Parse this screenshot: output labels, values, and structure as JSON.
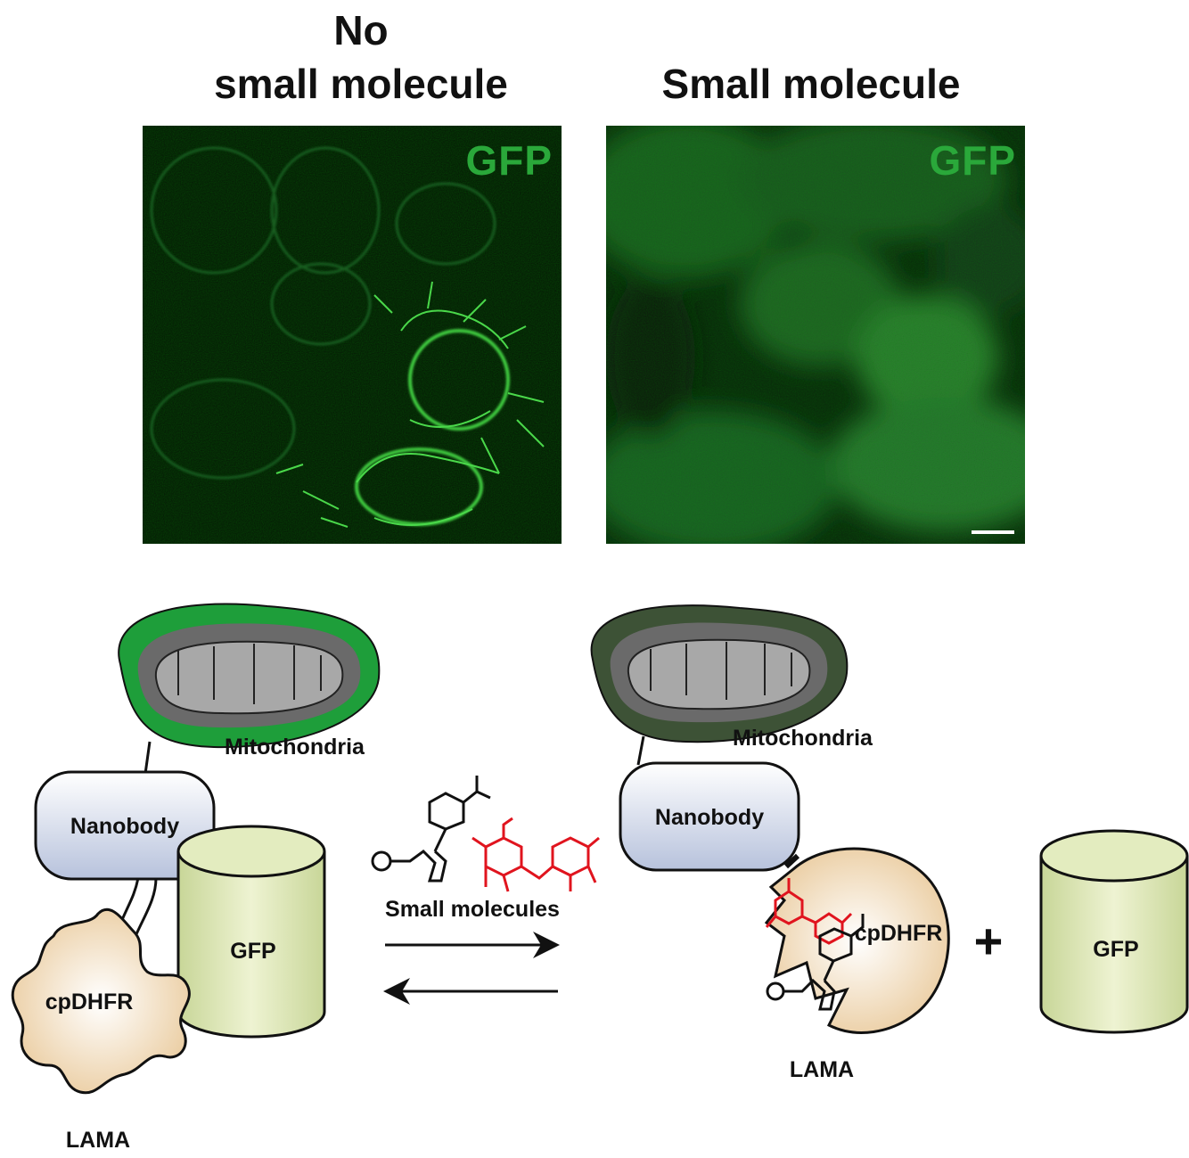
{
  "panels": {
    "left_title_line1": "No",
    "left_title_line2": "small molecule",
    "right_title": "Small molecule",
    "left_channel": "GFP",
    "right_channel": "GFP"
  },
  "diagram": {
    "left": {
      "mitochondria": "Mitochondria",
      "nanobody": "Nanobody",
      "gfp": "GFP",
      "cpdhfr": "cpDHFR",
      "lama": "LAMA"
    },
    "middle": {
      "small_molecules": "Small molecules"
    },
    "right": {
      "mitochondria": "Mitochondria",
      "nanobody": "Nanobody",
      "cpdhfr": "cpDHFR",
      "plus": "+",
      "gfp": "GFP",
      "lama": "LAMA"
    }
  },
  "colors": {
    "gfp_green": "#2aa83a",
    "mito_bright": "#1e9e3a",
    "mito_dim": "#3d5236",
    "small_molecule_red": "#e0141e",
    "nanobody_fill": "#c9d2e6",
    "gfp_barrel_fill": "#dfe8b8",
    "cpdhfr_fill": "#f3dcb8"
  }
}
